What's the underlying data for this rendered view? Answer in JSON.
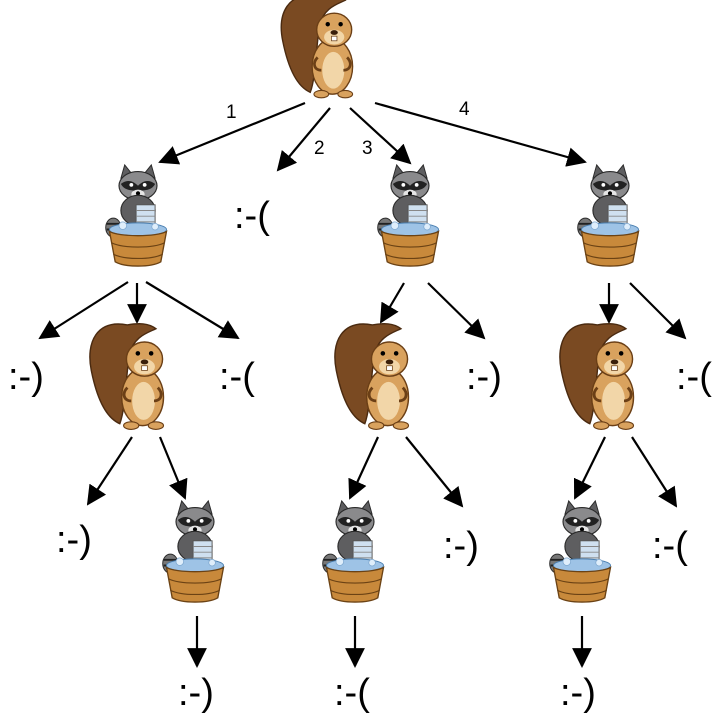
{
  "edge_labels": [
    "1",
    "2",
    "3",
    "4"
  ],
  "outcomes": {
    "o2": ":-(",
    "o11": ":-)",
    "o13": ":-(",
    "o32": ":-)",
    "o42": ":-(",
    "o121": ":-)",
    "o312": ":-)",
    "o412": ":-(",
    "o1221": ":-)",
    "o3111": ":-(",
    "o4111": ":-)"
  },
  "characters": {
    "beaver": "beaver",
    "raccoon": "raccoon-in-washtub"
  },
  "colors": {
    "beaver_tail": "#7a4a22",
    "beaver_body": "#d9a25e",
    "raccoon_fur": "#5e5e60",
    "tub": "#c8893b",
    "water": "#9ec3e6"
  }
}
